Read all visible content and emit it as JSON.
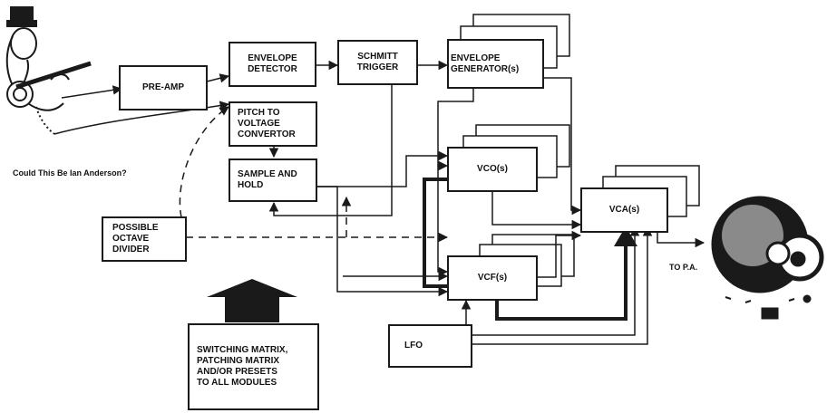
{
  "blocks": {
    "preamp": "PRE-AMP",
    "env_detector": "ENVELOPE\nDETECTOR",
    "schmitt": "SCHMITT\nTRIGGER",
    "env_gen": "ENVELOPE\nGENERATOR(s)",
    "pitch_conv": "PITCH TO\nVOLTAGE\nCONVERTOR",
    "sample_hold": "SAMPLE AND\nHOLD",
    "octave_div": "POSSIBLE\nOCTAVE\nDIVIDER",
    "vco": "VCO(s)",
    "vcf": "VCF(s)",
    "vca": "VCA(s)",
    "lfo": "LFO",
    "switching": "SWITCHING MATRIX,\nPATCHING MATRIX\nAND/OR PRESETS\nTO ALL MODULES"
  },
  "labels": {
    "caption": "Could This Be Ian Anderson?",
    "output": "TO P.A."
  },
  "icons": {
    "musician": "flute-player-cartoon",
    "speaker": "loudspeaker-cartoon",
    "big_arrow": "up-arrow"
  },
  "colors": {
    "ink": "#1a1a1a",
    "paper": "#ffffff"
  }
}
